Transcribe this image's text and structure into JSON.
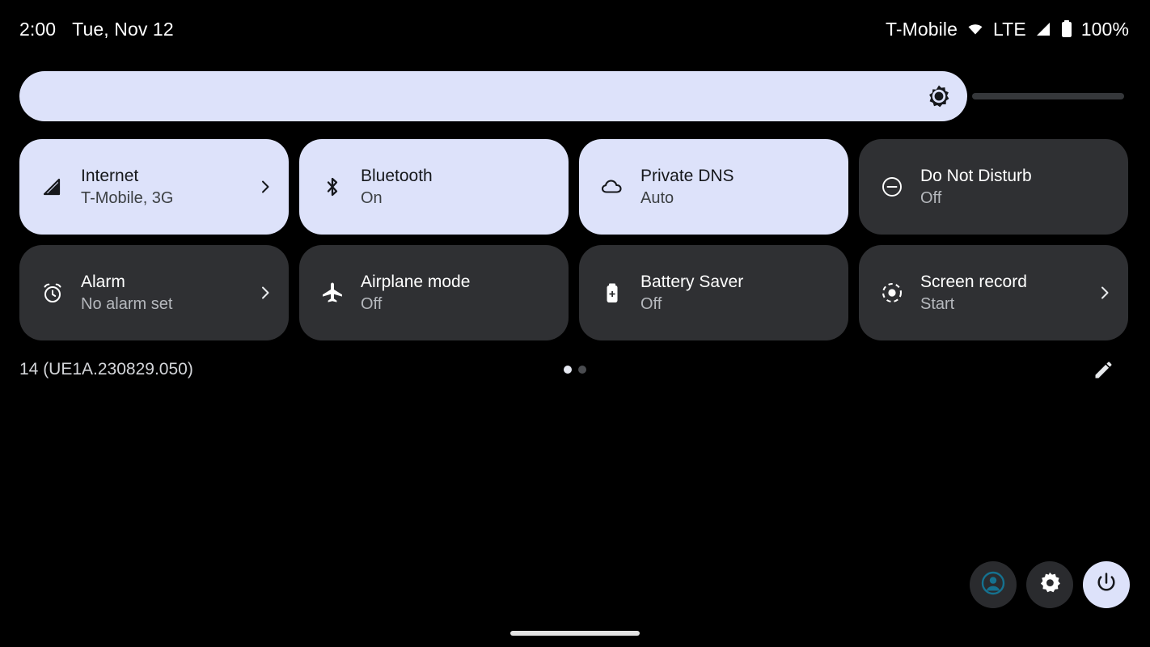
{
  "status_bar": {
    "time": "2:00",
    "date": "Tue, Nov 12",
    "carrier": "T-Mobile",
    "network_type": "LTE",
    "battery_percent": "100%",
    "icons": [
      "wifi-icon",
      "signal-icon",
      "battery-icon"
    ]
  },
  "brightness": {
    "label": "Brightness",
    "icon": "brightness-icon",
    "value_percent": 85
  },
  "tiles": [
    {
      "name": "internet",
      "title": "Internet",
      "subtitle": "T-Mobile, 3G",
      "icon": "signal-cellular-icon",
      "active": true,
      "chevron": true
    },
    {
      "name": "bluetooth",
      "title": "Bluetooth",
      "subtitle": "On",
      "icon": "bluetooth-icon",
      "active": true,
      "chevron": false
    },
    {
      "name": "private-dns",
      "title": "Private DNS",
      "subtitle": "Auto",
      "icon": "cloud-icon",
      "active": true,
      "chevron": false
    },
    {
      "name": "do-not-disturb",
      "title": "Do Not Disturb",
      "subtitle": "Off",
      "icon": "minus-circle-icon",
      "active": false,
      "chevron": false
    },
    {
      "name": "alarm",
      "title": "Alarm",
      "subtitle": "No alarm set",
      "icon": "alarm-clock-icon",
      "active": false,
      "chevron": true
    },
    {
      "name": "airplane-mode",
      "title": "Airplane mode",
      "subtitle": "Off",
      "icon": "airplane-icon",
      "active": false,
      "chevron": false
    },
    {
      "name": "battery-saver",
      "title": "Battery Saver",
      "subtitle": "Off",
      "icon": "battery-plus-icon",
      "active": false,
      "chevron": false
    },
    {
      "name": "screen-record",
      "title": "Screen record",
      "subtitle": "Start",
      "icon": "record-circle-icon",
      "active": false,
      "chevron": true
    }
  ],
  "footer": {
    "build_version": "14 (UE1A.230829.050)",
    "page_dots": [
      true,
      false
    ],
    "edit_icon": "pencil-icon"
  },
  "bottom_actions": [
    {
      "name": "user-switcher",
      "icon": "account-circle-icon",
      "style": "dark"
    },
    {
      "name": "settings",
      "icon": "gear-icon",
      "style": "dark"
    },
    {
      "name": "power",
      "icon": "power-icon",
      "style": "light"
    }
  ],
  "colors": {
    "background": "#000000",
    "tile_active": "#dde2fa",
    "tile_inactive": "#2f3033",
    "accent_text_dark": "#16181c",
    "avatar_accent": "#15718f",
    "track": "#35373a"
  }
}
